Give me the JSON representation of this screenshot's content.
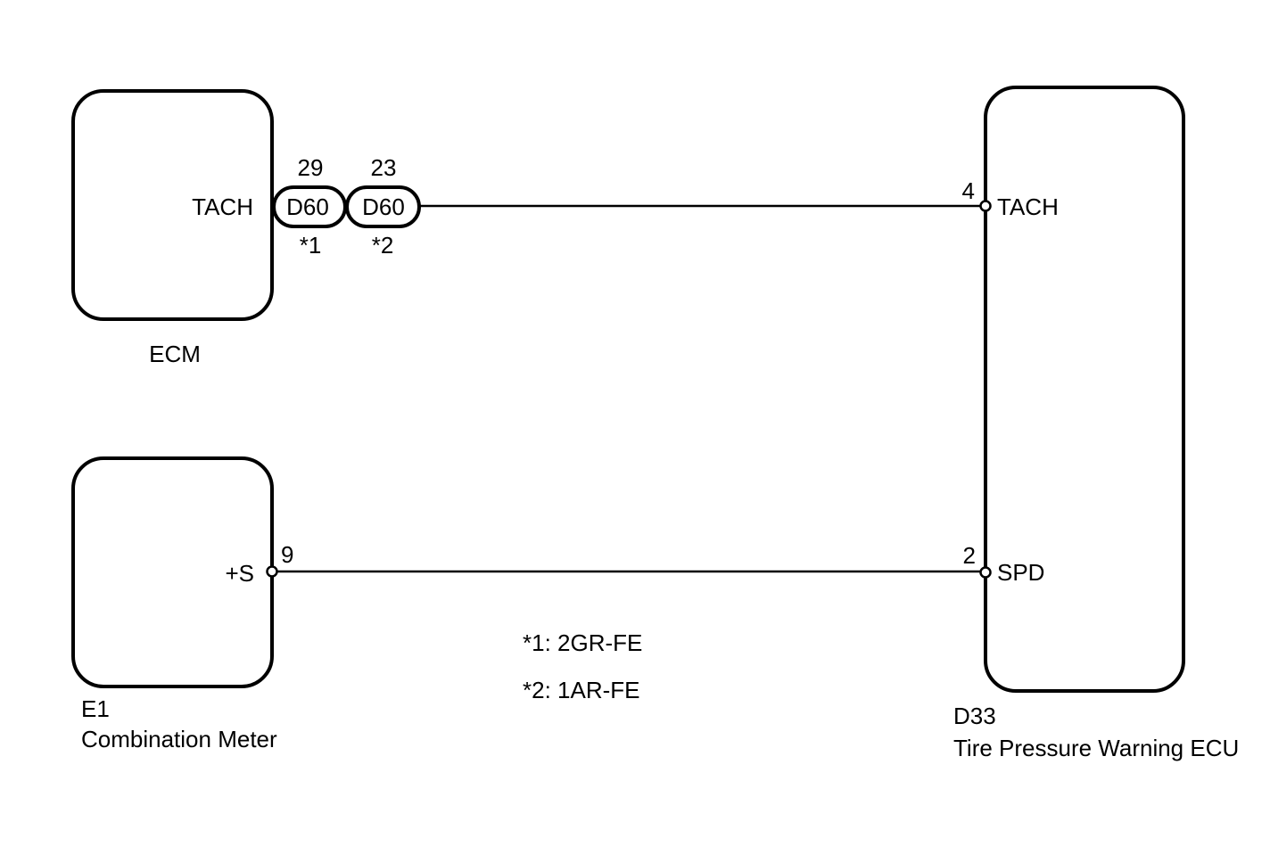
{
  "components": {
    "ecm": {
      "name": "ECM",
      "pin_label": "TACH"
    },
    "combination_meter": {
      "code": "E1",
      "name": "Combination Meter",
      "pin_label": "+S",
      "pin_number": "9"
    },
    "tpw_ecu": {
      "code": "D33",
      "name": "Tire Pressure Warning ECU",
      "pin_tach_label": "TACH",
      "pin_tach_number": "4",
      "pin_spd_label": "SPD",
      "pin_spd_number": "2"
    }
  },
  "connectors": [
    {
      "name": "D60",
      "pin": "29",
      "note": "*1"
    },
    {
      "name": "D60",
      "pin": "23",
      "note": "*2"
    }
  ],
  "notes": [
    "*1: 2GR-FE",
    "*2: 1AR-FE"
  ]
}
